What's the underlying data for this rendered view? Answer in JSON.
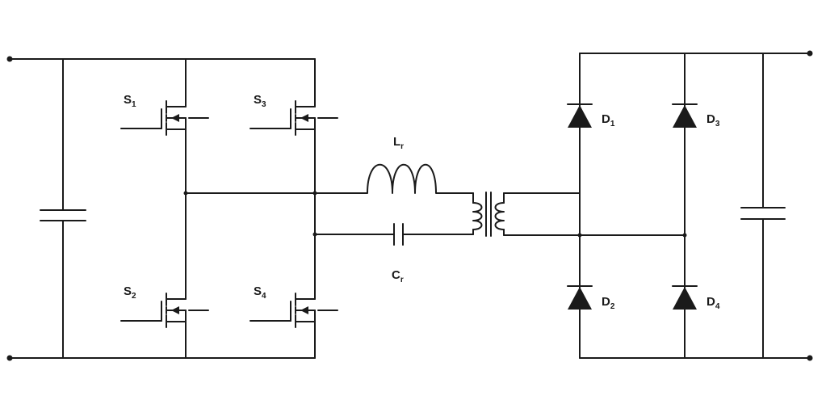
{
  "diagram": {
    "components": {
      "s1": {
        "letter": "S",
        "sub": "1"
      },
      "s2": {
        "letter": "S",
        "sub": "2"
      },
      "s3": {
        "letter": "S",
        "sub": "3"
      },
      "s4": {
        "letter": "S",
        "sub": "4"
      },
      "lr": {
        "letter": "L",
        "sub": "r"
      },
      "cr": {
        "letter": "C",
        "sub": "r"
      },
      "d1": {
        "letter": "D",
        "sub": "1"
      },
      "d2": {
        "letter": "D",
        "sub": "2"
      },
      "d3": {
        "letter": "D",
        "sub": "3"
      },
      "d4": {
        "letter": "D",
        "sub": "4"
      }
    },
    "colors": {
      "wire": "#1a1a1a",
      "background": "#ffffff"
    }
  }
}
